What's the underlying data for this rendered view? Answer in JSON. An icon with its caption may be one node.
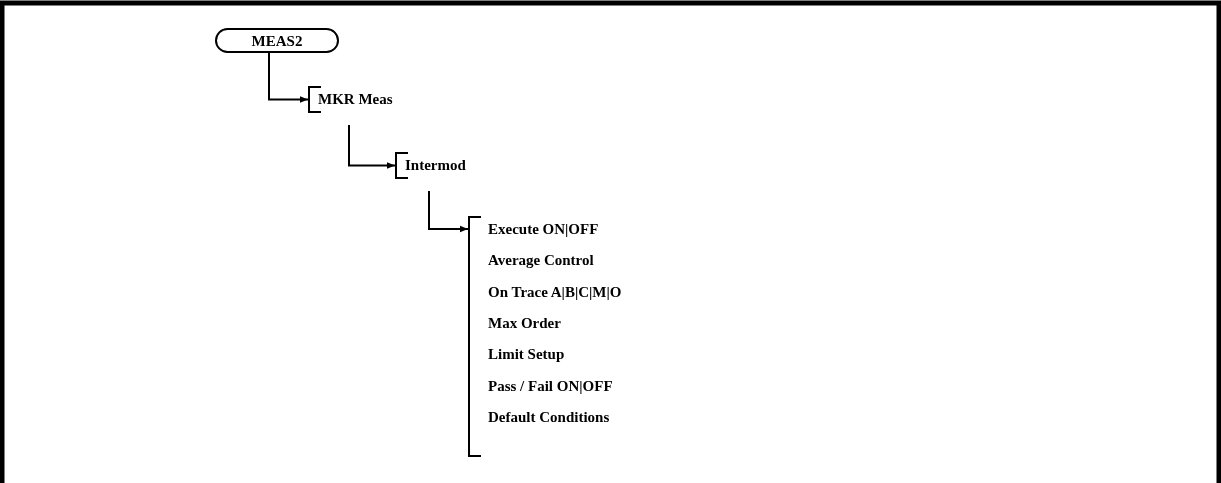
{
  "diagram": {
    "nodes": [
      {
        "text": [
          "MEAS2"
        ]
      },
      {
        "text": [
          "MKR Meas"
        ]
      },
      {
        "text": [
          "Intermod"
        ]
      },
      {
        "text": [
          "Execute ON|OFF",
          "Average Control",
          "On Trace A|B|C|M|O",
          "Max Order",
          "Limit Setup",
          "Pass / Fail ON|OFF",
          "Default Conditions"
        ]
      }
    ],
    "edges": [
      {
        "from": 0,
        "to": 1,
        "arrow": "to"
      },
      {
        "from": 1,
        "to": 2,
        "arrow": "to"
      },
      {
        "from": 2,
        "to": 3,
        "arrow": "to"
      }
    ]
  }
}
